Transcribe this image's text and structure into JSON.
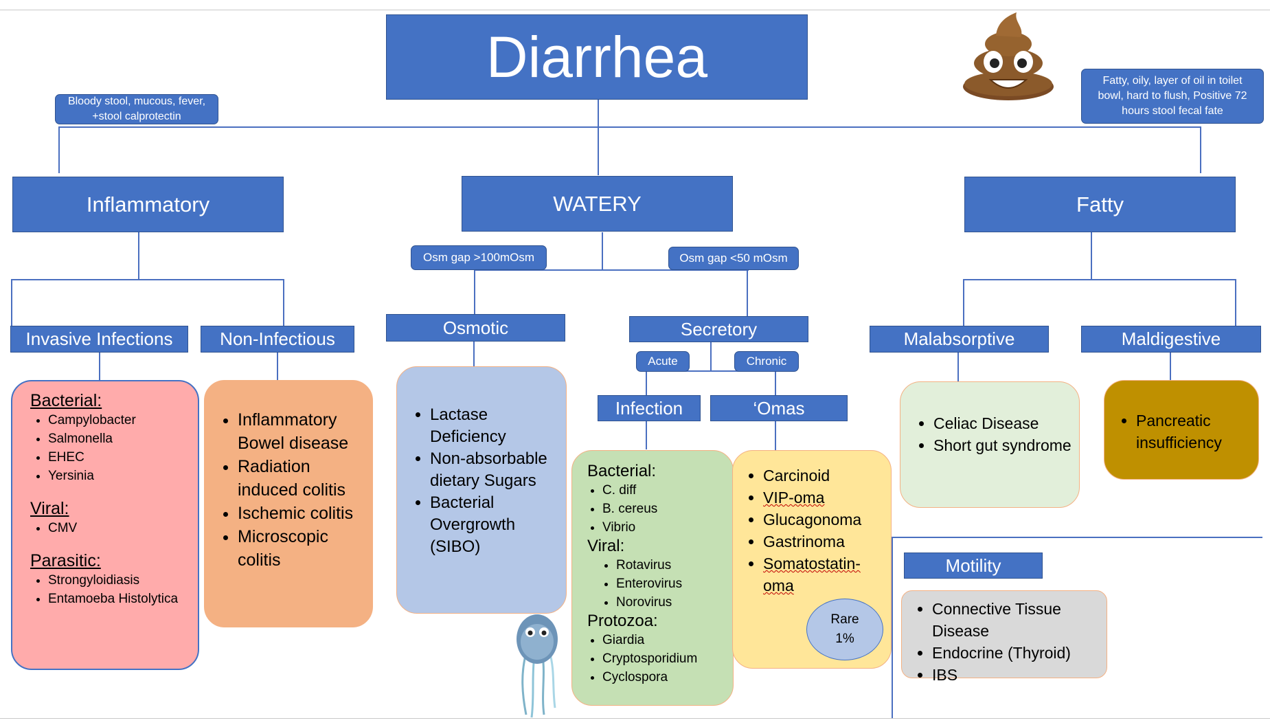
{
  "title": "Diarrhea",
  "notes": {
    "inflammatory": "Bloody stool, mucous, fever, +stool calprotectin",
    "fatty": "Fatty, oily, layer of oil in toilet bowl, hard to flush, Positive 72 hours stool fecal fate"
  },
  "categories": {
    "inflammatory": "Inflammatory",
    "watery": "WATERY",
    "fatty": "Fatty"
  },
  "osm_gap": {
    "high": "Osm gap >100mOsm",
    "low": "Osm gap <50 mOsm"
  },
  "subcategories": {
    "invasive": "Invasive Infections",
    "noninfectious": "Non-Infectious",
    "osmotic": "Osmotic",
    "secretory": "Secretory",
    "malabsorptive": "Malabsorptive",
    "maldigestive": "Maldigestive"
  },
  "secretory_branches": {
    "acute": "Acute",
    "chronic": "Chronic",
    "infection": "Infection",
    "omas": "‘Omas"
  },
  "invasive_card": {
    "bacterial_title": "Bacterial:",
    "bacterial": [
      "Campylobacter",
      "Salmonella",
      "EHEC",
      "Yersinia"
    ],
    "viral_title": "Viral:",
    "viral": [
      "CMV"
    ],
    "parasitic_title": "Parasitic:",
    "parasitic": [
      "Strongyloidiasis",
      "Entamoeba Histolytica"
    ]
  },
  "noninfectious_card": {
    "items": [
      "Inflammatory Bowel disease",
      "Radiation induced colitis",
      "Ischemic colitis",
      "Microscopic colitis"
    ]
  },
  "osmotic_card": {
    "items": [
      "Lactase Deficiency",
      "Non-absorbable dietary Sugars",
      "Bacterial Overgrowth (SIBO)"
    ]
  },
  "infection_card": {
    "bacterial_title": "Bacterial:",
    "bacterial": [
      "C. diff",
      "B. cereus",
      "Vibrio"
    ],
    "viral_title": "Viral:",
    "viral": [
      "Rotavirus",
      "Enterovirus",
      "Norovirus"
    ],
    "protozoa_title": "Protozoa:",
    "protozoa": [
      "Giardia",
      "Cryptosporidium",
      "Cyclospora"
    ]
  },
  "omas_card": {
    "items": [
      "Carcinoid",
      "VIP-oma",
      "Glucagonoma",
      "Gastrinoma",
      "Somatostatin-oma"
    ],
    "rare_label": "Rare",
    "rare_pct": "1%"
  },
  "malabsorptive_card": {
    "items": [
      "Celiac Disease",
      "Short gut syndrome"
    ]
  },
  "maldigestive_card": {
    "items": [
      "Pancreatic insufficiency"
    ]
  },
  "motility": {
    "title": "Motility",
    "items": [
      "Connective Tissue Disease",
      "Endocrine (Thyroid)",
      "IBS"
    ]
  },
  "icons": {
    "poop": "poop-emoji-icon",
    "microbe": "giardia-microbe-icon"
  },
  "colors": {
    "blue": "#4472c4",
    "invasive": "#ffabab",
    "noninfectious": "#f4b183",
    "osmotic": "#b4c7e7",
    "infection": "#c5e0b4",
    "omas": "#ffe699",
    "malabsorptive": "#e2efda",
    "maldigestive": "#bf9000",
    "motility": "#d9d9d9"
  }
}
